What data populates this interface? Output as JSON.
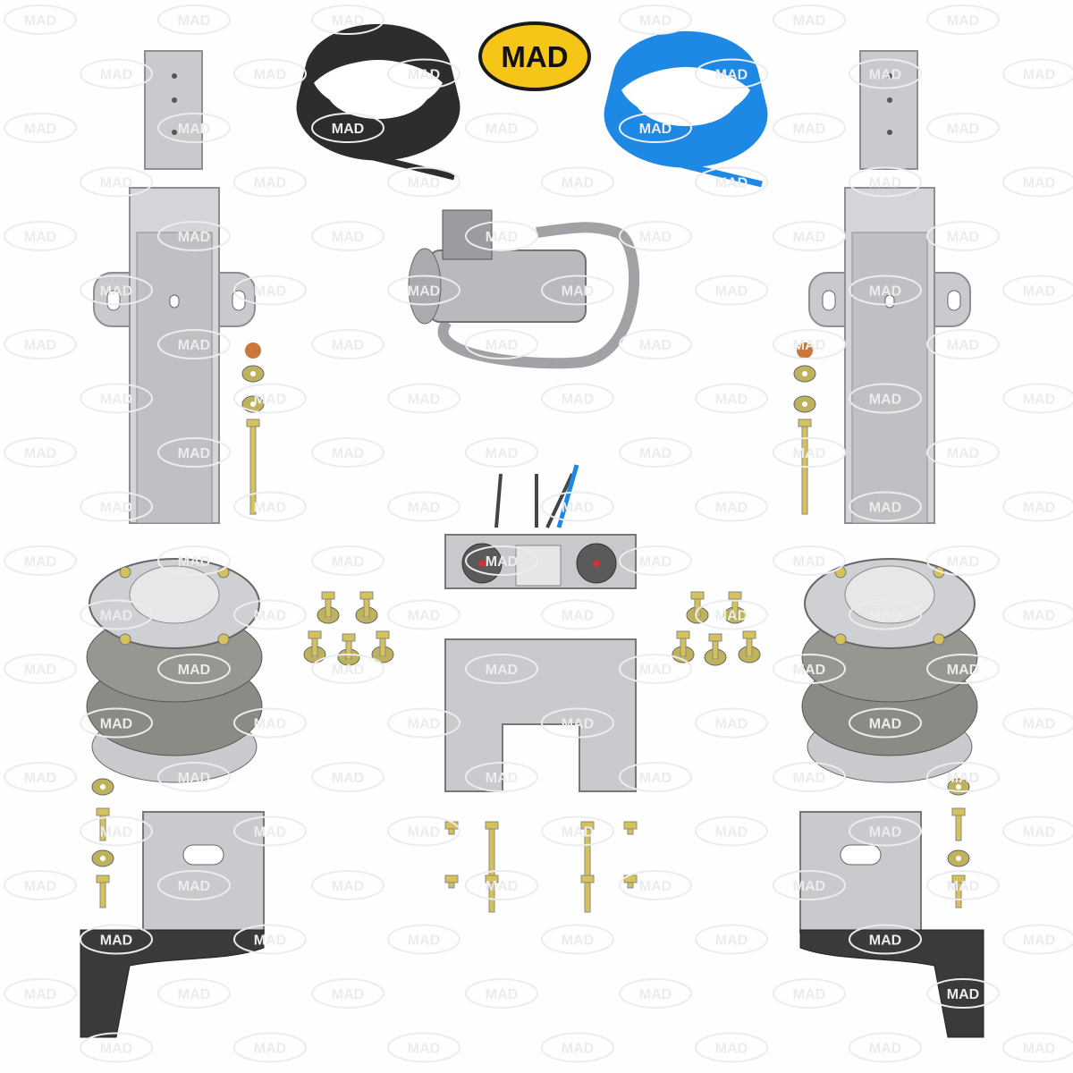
{
  "brand": {
    "logo_text": "MAD",
    "watermark_text": "MAD",
    "logo_fill": "#f5c518",
    "logo_outline": "#1a1a1a"
  },
  "colors": {
    "metal": "#c9cacd",
    "metal_dark": "#8d8f93",
    "black_hose": "#2b2d2f",
    "blue_hose": "#1e88e5",
    "brass": "#d6c25a",
    "copper": "#c9773a",
    "air_bag": "#8b8b85",
    "black_bracket": "#3a3a3a"
  },
  "parts": [
    "black-air-hose-coil",
    "blue-air-hose-coil",
    "compressor",
    "control-panel",
    "mounting-plate-left",
    "mounting-plate-right",
    "upper-bracket-left",
    "upper-bracket-right",
    "air-spring-left",
    "air-spring-right",
    "lower-bracket-left",
    "lower-bracket-right",
    "panel-bracket",
    "hardware"
  ]
}
